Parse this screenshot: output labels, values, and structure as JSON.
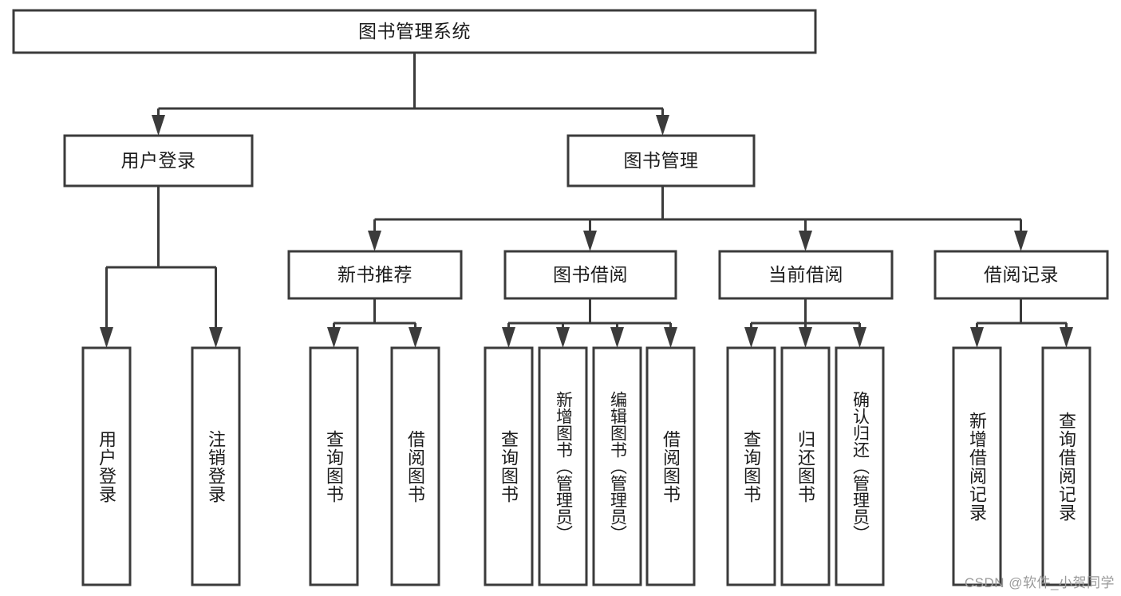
{
  "diagram": {
    "title": "图书管理系统",
    "type": "tree-hierarchy-chart",
    "watermark": "CSDN @软件_小贺同学",
    "colors": {
      "box_stroke": "#3b3b3b",
      "box_fill": "#ffffff",
      "text": "#1c1c1c",
      "background": "#ffffff",
      "watermark": "#9a9a9a"
    },
    "root": {
      "label": "图书管理系统"
    },
    "level2": [
      {
        "label": "用户登录"
      },
      {
        "label": "图书管理"
      }
    ],
    "level3": [
      {
        "label": "新书推荐"
      },
      {
        "label": "图书借阅"
      },
      {
        "label": "当前借阅"
      },
      {
        "label": "借阅记录"
      }
    ],
    "leaves": {
      "user_login": [
        {
          "label": "用户登录"
        },
        {
          "label": "注销登录"
        }
      ],
      "new_book_recommend": [
        {
          "label": "查询图书"
        },
        {
          "label": "借阅图书"
        }
      ],
      "book_borrow": [
        {
          "label": "查询图书"
        },
        {
          "label": "新增图书（管理员）"
        },
        {
          "label": "编辑图书（管理员）"
        },
        {
          "label": "借阅图书"
        }
      ],
      "current_borrow": [
        {
          "label": "查询图书"
        },
        {
          "label": "归还图书"
        },
        {
          "label": "确认归还（管理员）"
        }
      ],
      "borrow_record": [
        {
          "label": "新增借阅记录"
        },
        {
          "label": "查询借阅记录"
        }
      ]
    }
  }
}
